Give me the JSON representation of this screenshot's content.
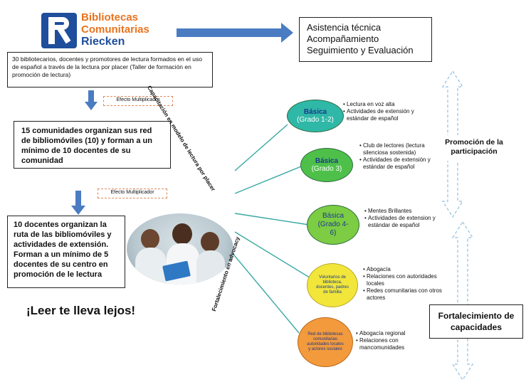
{
  "logo": {
    "line1": "Bibliotecas",
    "line2": "Comunitarias",
    "line3": "Riecken"
  },
  "support_box": {
    "line1": "Asistencia técnica",
    "line2": "Acompañamiento",
    "line3": "Seguimiento y Evaluación"
  },
  "flow": {
    "step1": "30 bibliotecarios, docentes y promotores de lectura formados en el uso de español a través de la lectura por placer (Taller de formación en promoción de lectura)",
    "multiplier1": "Efecto Multiplicador",
    "step2": "15 comunidades organizan sus red de bibliomóviles (10) y forman a un mínimo de 10 docentes de su comunidad",
    "multiplier2": "Efecto Multiplicador",
    "step3": "10 docentes organizan la ruta de las bibliomóviles y actividades de extensión. Forman a un mínimo de 5 docentes de su centro en promoción de le lectura"
  },
  "slogan": "¡Leer te lleva lejos!",
  "diagonal_labels": {
    "upper": "Capacitación en modelo de lectura por placer",
    "lower": "Fortalecimiento en advocacy"
  },
  "nodes": [
    {
      "title": "Básica",
      "subtitle": "(Grado 1-2)",
      "fill": "#2fb8a8",
      "bullets": [
        "Lectura en voz alta",
        "Actividades de extensión y estándar de español"
      ]
    },
    {
      "title": "Básica",
      "subtitle": "(Grado 3)",
      "fill": "#4ec04a",
      "bullets": [
        "Club de lectores (lectura silenciosa sostenida)",
        "Actividades de extensión y estándar de español"
      ]
    },
    {
      "title": "Básica",
      "subtitle": "(Grado 4-6)",
      "fill": "#7ccc44",
      "bullets": [
        "Mentes Brillantes",
        "Actividades de extension y estándar de español"
      ]
    },
    {
      "title": "Voluntarios de biblioteca, docentes, padres de familia",
      "subtitle": "",
      "fill": "#f2e63a",
      "bullets": [
        "Abogacía",
        "Relaciones con autoridades locales",
        "Redes comunitarias con otros actores"
      ]
    },
    {
      "title": "Red de bibliotecas comunitarias autoridades locales y actores sociales",
      "subtitle": "",
      "fill": "#f39a3c",
      "bullets": [
        "Abogacía regional",
        "Relaciones con mancomunidades"
      ]
    }
  ],
  "right_labels": {
    "participation": "Promoción de la participación",
    "capacities": "Fortalecimiento de capacidades"
  },
  "colors": {
    "arrow_blue": "#4a7cc2",
    "dashed_orange": "#e38a5a",
    "line_teal": "#3aa9a2",
    "dashed_arrow": "#8fbfe0"
  }
}
